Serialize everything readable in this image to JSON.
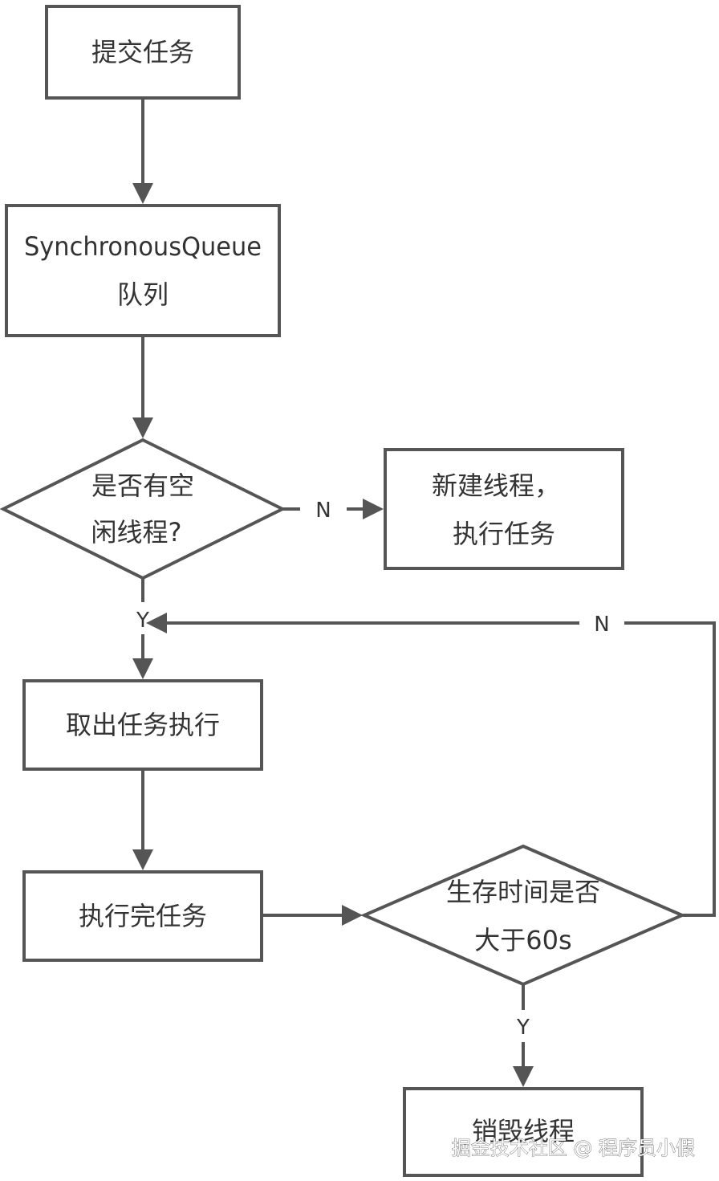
{
  "nodes": {
    "submit_task": "提交任务",
    "queue_line1": "SynchronousQueue",
    "queue_line2": "队列",
    "idle_q_line1": "是否有空",
    "idle_q_line2": "闲线程?",
    "new_thread_line1": "新建线程，",
    "new_thread_line2": "执行任务",
    "take_task": "取出任务执行",
    "finish_task": "执行完任务",
    "alive_q_line1": "生存时间是否",
    "alive_q_line2": "大于60s",
    "destroy_thread": "销毁线程"
  },
  "edges": {
    "idle_no": "N",
    "idle_yes": "Y",
    "alive_no": "N",
    "alive_yes": "Y"
  },
  "watermark": "掘金技术社区 @ 程序员小假",
  "colors": {
    "stroke": "#555555",
    "text": "#333333",
    "background": "#ffffff"
  }
}
